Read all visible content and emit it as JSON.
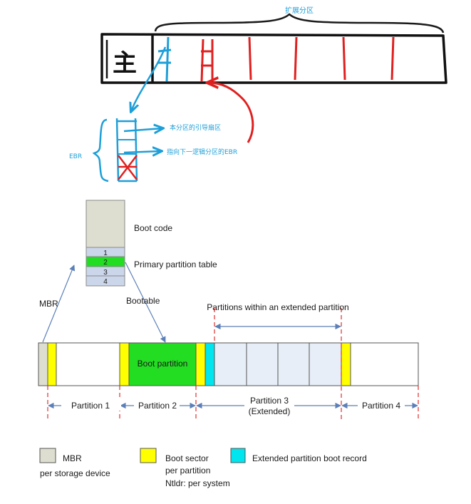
{
  "sketch": {
    "extended_label": "扩展分区",
    "primary_char": "主",
    "boot_sector_note": "本分区的引导扇区",
    "next_ebr_note": "指向下一逻辑分区的EBR",
    "ebr_label": "EBR"
  },
  "mbr_detail": {
    "boot_code_label": "Boot code",
    "table_label": "Primary partition table",
    "rows": [
      "1",
      "2",
      "3",
      "4"
    ],
    "mbr_arrow_label": "MBR",
    "bootable_label": "Bootable"
  },
  "disk": {
    "boot_partition_label": "Boot partition",
    "within_extended_label": "Partitions within an extended partition",
    "partition_labels": {
      "p1": "Partition 1",
      "p2": "Partition 2",
      "p3": "Partition 3",
      "p3_sub": "(Extended)",
      "p4": "Partition 4"
    }
  },
  "legend": [
    {
      "label": "MBR",
      "sub": "per storage device",
      "color": "#deded0"
    },
    {
      "label": "Boot sector",
      "sub": "per partition",
      "sub2": "Ntldr: per system",
      "color": "#ffff00"
    },
    {
      "label": "Extended partition boot record",
      "color": "#00e5ee"
    }
  ],
  "colors": {
    "sketch_blue": "#1e9fd8",
    "sketch_red": "#e02020",
    "boot_green": "#22dd22",
    "logical_fill": "#e8eef8",
    "mbr_fill": "#deded0",
    "table_fill": "#ccd6ea",
    "guide_red": "#e03030"
  }
}
